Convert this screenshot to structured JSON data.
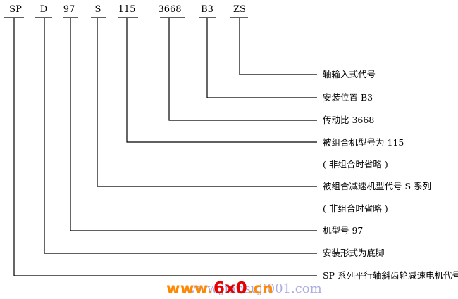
{
  "codes": [
    "SP",
    "D",
    "97",
    "S",
    "115",
    "3668",
    "B3",
    "ZS"
  ],
  "descriptions": [
    "轴输入式代号",
    "安装位置 B3",
    "传动比 3668",
    "被组合机型号为 115",
    "( 非组合时省略 )",
    "被组合减速机型代号 S 系列",
    "( 非组合时省略 )",
    "机型号 97",
    "安装形式为底脚",
    "SP 系列平行轴斜齿轮减速电机代号"
  ],
  "watermark": {
    "www": "www.",
    "brand": "6x0",
    "tld": ".cn",
    "url": "www.jiansuji001.com"
  },
  "colors": {
    "line": "#000000",
    "watermark_orange": "#ff8800",
    "watermark_red": "#e60000",
    "watermark_blue": "#6a6acd"
  }
}
